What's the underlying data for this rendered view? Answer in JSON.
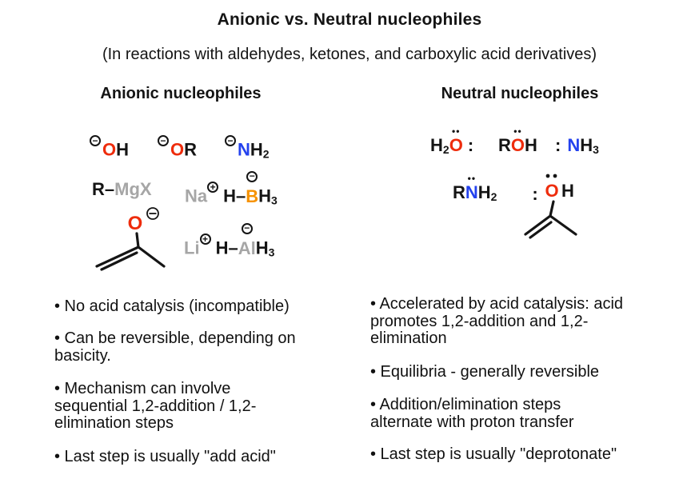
{
  "title": "Anionic vs. Neutral nucleophiles",
  "subtitle": "(In reactions with aldehydes, ketones, and carboxylic acid derivatives)",
  "symbols": {
    "minus": "−",
    "plus": "+",
    "colon": ":",
    "lone_pair": "••",
    "dash": "–"
  },
  "colors": {
    "oxygen_red": "#ee2c0c",
    "nitrogen_blue": "#2442ee",
    "boron_orange": "#f69200",
    "metal_gray": "#a6a6a6"
  },
  "left": {
    "header": "Anionic nucleophiles",
    "hydroxide": {
      "o": "O",
      "h": "H"
    },
    "alkoxide": {
      "o": "O",
      "r": "R"
    },
    "amide": {
      "n": "N",
      "h": "H",
      "sub": "2"
    },
    "grignard": {
      "r": "R",
      "mgx": "MgX"
    },
    "borohydride": {
      "na": "Na",
      "h": "H",
      "b": "B",
      "h2": "H",
      "sub": "3"
    },
    "aluminum_hydride": {
      "li": "Li",
      "h": "H",
      "al": "Al",
      "h2": "H",
      "sub": "3"
    },
    "enolate": {
      "o": "O"
    },
    "bullets": [
      [
        "• No acid catalysis (incompatible)"
      ],
      [
        "• Can be reversible, depending on",
        "basicity."
      ],
      [
        "• Mechanism can involve",
        "sequential 1,2-addition / 1,2-",
        "elimination steps"
      ],
      [
        "• Last step is usually \"add acid\""
      ]
    ]
  },
  "right": {
    "header": "Neutral nucleophiles",
    "water": {
      "h": "H",
      "sub": "2",
      "o": "O"
    },
    "alcohol": {
      "r": "R",
      "o": "O",
      "h": "H"
    },
    "ammonia": {
      "n": "N",
      "h": "H",
      "sub": "3"
    },
    "amine": {
      "r": "R",
      "n": "N",
      "h": "H",
      "sub": "2"
    },
    "enol": {
      "o": "O",
      "h": "H"
    },
    "bullets": [
      [
        "• Accelerated by acid catalysis: acid",
        "promotes 1,2-addition and 1,2-",
        "elimination"
      ],
      [
        "• Equilibria - generally reversible"
      ],
      [
        "• Addition/elimination steps",
        "alternate with proton transfer"
      ],
      [
        "• Last step is usually \"deprotonate\""
      ]
    ]
  }
}
